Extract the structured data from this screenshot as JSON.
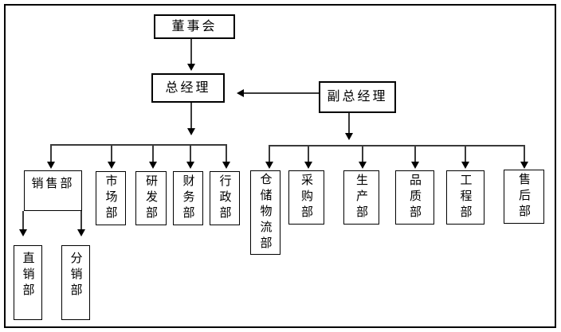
{
  "diagram": {
    "type": "org-chart",
    "colors": {
      "background": "#ffffff",
      "box_border": "#000000",
      "line": "#3a3a3a",
      "arrow": "#000000",
      "text": "#000000"
    },
    "nodes": {
      "board": {
        "label": "董事会"
      },
      "gm": {
        "label": "总经理"
      },
      "dgm": {
        "label": "副总经理"
      },
      "sales": {
        "label": "销售部"
      },
      "market": {
        "label": "市场部"
      },
      "rd": {
        "label": "研发部"
      },
      "finance": {
        "label": "财务部"
      },
      "admin": {
        "label": "行政部"
      },
      "direct": {
        "label": "直销部"
      },
      "dist": {
        "label": "分销部"
      },
      "warehouse": {
        "label": "仓储物流部"
      },
      "purchasing": {
        "label": "采购部"
      },
      "production": {
        "label": "生产部"
      },
      "quality": {
        "label": "品质部"
      },
      "engineering": {
        "label": "工程部"
      },
      "aftersales": {
        "label": "售后部"
      }
    },
    "edges": [
      {
        "from": "board",
        "to": "gm"
      },
      {
        "from": "dgm",
        "to": "gm"
      },
      {
        "from": "gm",
        "to": "sales"
      },
      {
        "from": "gm",
        "to": "market"
      },
      {
        "from": "gm",
        "to": "rd"
      },
      {
        "from": "gm",
        "to": "finance"
      },
      {
        "from": "gm",
        "to": "admin"
      },
      {
        "from": "sales",
        "to": "direct"
      },
      {
        "from": "sales",
        "to": "dist"
      },
      {
        "from": "dgm",
        "to": "warehouse"
      },
      {
        "from": "dgm",
        "to": "purchasing"
      },
      {
        "from": "dgm",
        "to": "production"
      },
      {
        "from": "dgm",
        "to": "quality"
      },
      {
        "from": "dgm",
        "to": "engineering"
      },
      {
        "from": "dgm",
        "to": "aftersales"
      }
    ]
  }
}
